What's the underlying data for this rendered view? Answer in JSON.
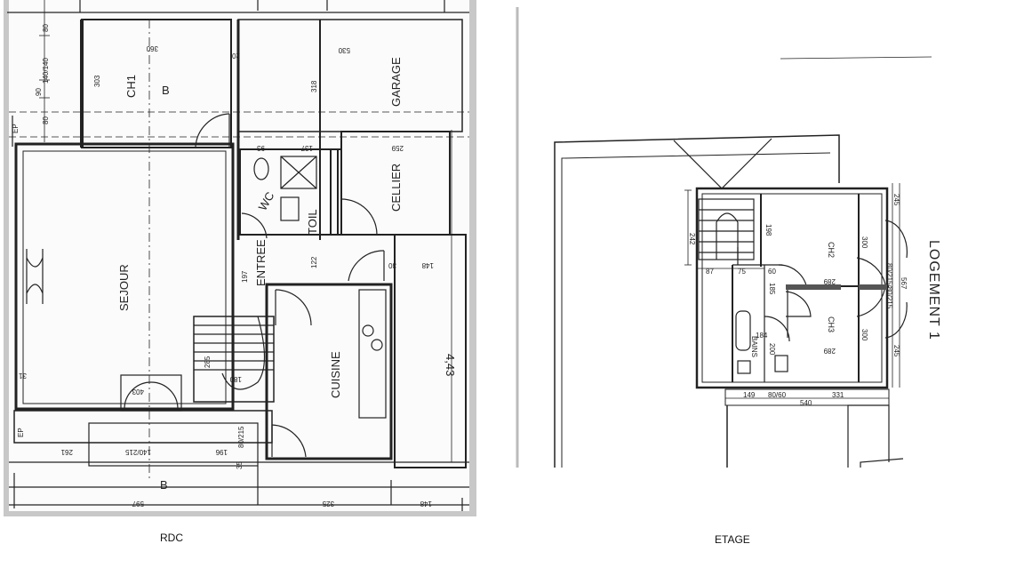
{
  "captions": {
    "rdc": "RDC",
    "etage": "ETAGE"
  },
  "rdc_plan": {
    "rooms": {
      "ch1": "CH1",
      "sejour": "SEJOUR",
      "garage": "GARAGE",
      "cellier": "CELLIER",
      "entree": "ENTREE",
      "cuisine": "CUISINE",
      "wc": "WC",
      "toil": "TOIL"
    },
    "section_marks": {
      "top": "B",
      "bottom": "B"
    },
    "dimensions": {
      "d303": "303",
      "d360": "360",
      "d530": "530",
      "d318": "318",
      "d93": "93",
      "d137": "137",
      "d259": "259",
      "d197": "197",
      "d122": "122",
      "d148": "148",
      "d403": "403",
      "d180": "180",
      "d285": "285",
      "d261": "261",
      "d140_215": "140/215",
      "d196": "196",
      "d35": "35",
      "d80_215": "80/215",
      "d597": "597",
      "d325": "325",
      "d148b": "148",
      "d140_140": "140/140",
      "d80a": "80",
      "d80b": "80",
      "d90": "90",
      "d20": "20",
      "d30": "30",
      "d31": "31",
      "area": "4,43"
    },
    "tags": {
      "ep1": "EP",
      "ep2": "EP"
    }
  },
  "etage_plan": {
    "rooms": {
      "ch2": "CH2",
      "ch3": "CH3",
      "bains": "BAINS"
    },
    "title": "LOGEMENT 1",
    "dimensions": {
      "d242": "242",
      "d198": "198",
      "d87": "87",
      "d75": "75",
      "d60": "60",
      "d289a": "289",
      "d289b": "289",
      "d300a": "300",
      "d300b": "300",
      "d245a": "245",
      "d245b": "245",
      "d185": "185",
      "d200": "200",
      "d184": "184",
      "d567": "567",
      "d149": "149",
      "d8060": "80/60",
      "d331": "331",
      "d540": "540",
      "d80_215": "80/215/80/215"
    }
  }
}
